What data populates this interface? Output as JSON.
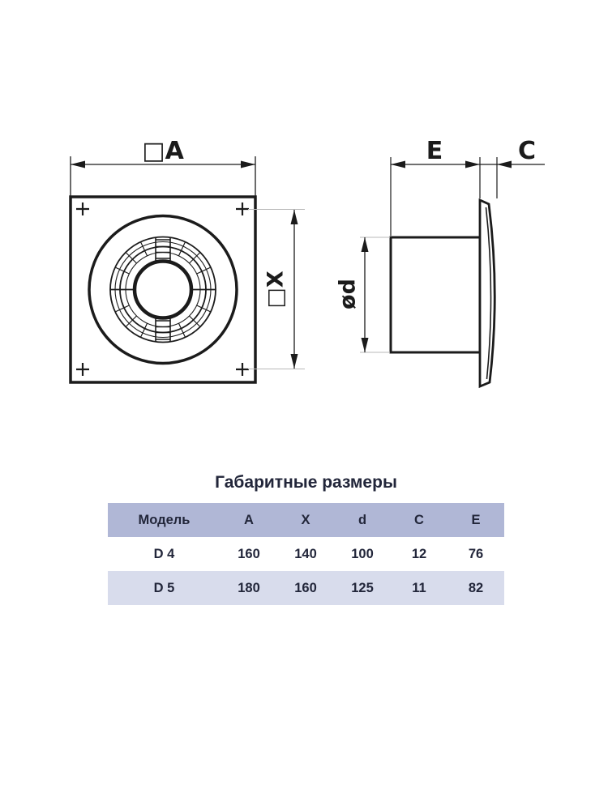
{
  "colors": {
    "line": "#1b1b1b",
    "ext_line": "#b9b9b9",
    "header_bg": "#b0b7d6",
    "alt_row_bg": "#d8dcec",
    "table_text": "#22263a",
    "page_bg": "#ffffff"
  },
  "drawing": {
    "front_view": {
      "width_dim_label": "□A",
      "height_dim_label": "□X"
    },
    "side_view": {
      "depth_dim_label": "E",
      "flange_dim_label": "C",
      "diameter_dim_label": "ød"
    }
  },
  "table": {
    "title": "Габаритные размеры",
    "columns": [
      "Модель",
      "A",
      "X",
      "d",
      "C",
      "E"
    ],
    "rows": [
      [
        "D 4",
        "160",
        "140",
        "100",
        "12",
        "76"
      ],
      [
        "D 5",
        "180",
        "160",
        "125",
        "11",
        "82"
      ]
    ]
  }
}
